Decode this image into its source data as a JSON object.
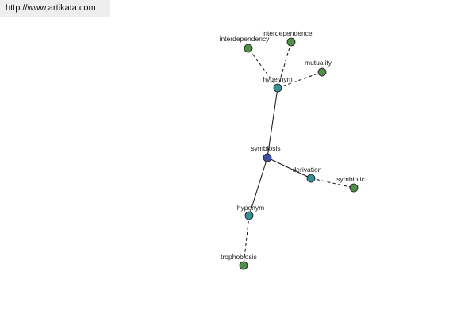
{
  "header": {
    "site_url": "http://www.artikata.com"
  },
  "graph": {
    "center": "symbiosis",
    "nodes": [
      {
        "id": "symbiosis",
        "label": "symbiosis",
        "kind": "root"
      },
      {
        "id": "hypernym",
        "label": "hypernym",
        "kind": "relation"
      },
      {
        "id": "hyponym",
        "label": "hyponym",
        "kind": "relation"
      },
      {
        "id": "derivation",
        "label": "derivation",
        "kind": "relation"
      },
      {
        "id": "interdependency",
        "label": "interdependency",
        "kind": "word"
      },
      {
        "id": "interdependence",
        "label": "interdependence",
        "kind": "word"
      },
      {
        "id": "mutuality",
        "label": "mutuality",
        "kind": "word"
      },
      {
        "id": "symbiotic",
        "label": "symbiotic",
        "kind": "word"
      },
      {
        "id": "trophobiosis",
        "label": "trophobiosis",
        "kind": "word"
      }
    ],
    "edges": [
      {
        "from": "symbiosis",
        "to": "hypernym",
        "style": "solid"
      },
      {
        "from": "symbiosis",
        "to": "hyponym",
        "style": "solid"
      },
      {
        "from": "symbiosis",
        "to": "derivation",
        "style": "solid"
      },
      {
        "from": "hypernym",
        "to": "interdependency",
        "style": "dashed"
      },
      {
        "from": "hypernym",
        "to": "interdependence",
        "style": "dashed"
      },
      {
        "from": "hypernym",
        "to": "mutuality",
        "style": "dashed"
      },
      {
        "from": "derivation",
        "to": "symbiotic",
        "style": "dashed"
      },
      {
        "from": "hyponym",
        "to": "trophobiosis",
        "style": "dashed"
      }
    ],
    "colors": {
      "root": "#3f51a0",
      "relation": "#3a8f95",
      "word": "#4f8f4a",
      "outline": "#1a1a1a",
      "edge": "#111111"
    }
  }
}
